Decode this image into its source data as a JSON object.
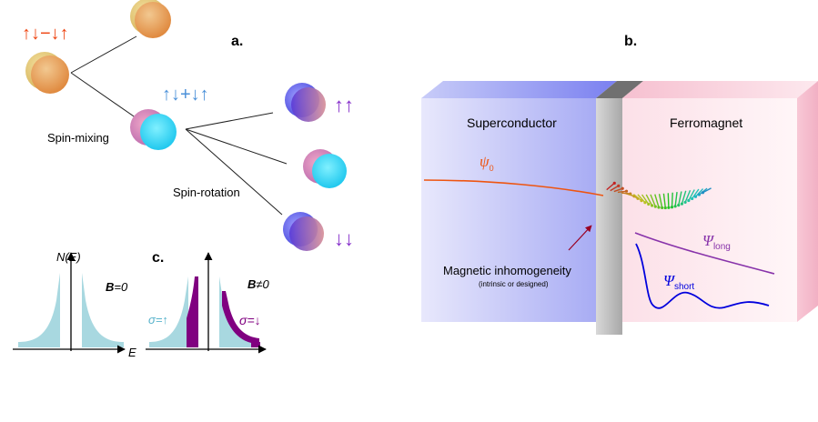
{
  "panel_a": {
    "label": "a.",
    "singlet_top": "↑↓−↓↑",
    "triplet_zero": "↑↓+↓↑",
    "triplet_up": "↑↑",
    "triplet_down": "↓↓",
    "spin_mixing": "Spin-mixing",
    "spin_rotation": "Spin-rotation"
  },
  "panel_b": {
    "label": "b.",
    "superconductor": "Superconductor",
    "ferromagnet": "Ferromagnet",
    "psi0_symbol": "ψ",
    "psi0_sub": "0",
    "psi_long_symbol": "Ψ",
    "psi_long_sub": "long",
    "psi_short_symbol": "Ψ",
    "psi_short_sub": "short",
    "inhomogeneity": "Magnetic inhomogeneity",
    "inhomogeneity_note": "(intrinsic or designed)"
  },
  "panel_c": {
    "label": "c.",
    "y_axis": "N(E)",
    "x_axis": "E",
    "b_zero_sym": "B",
    "b_zero_rel": "=0",
    "b_nonzero_sym": "B",
    "b_nonzero_rel": "≠0",
    "sigma_up": "σ=↑",
    "sigma_down": "σ=↓"
  },
  "colors": {
    "singlet_arrow": "#ee4411",
    "triplet_zero_arrow": "#4a90d9",
    "triplet_arrow": "#8833cc",
    "dos_fill": "#a8d8e0",
    "dos_spin_down": "#800080",
    "psi0": "#ee5511",
    "psi_long": "#8833aa",
    "psi_short": "#0000dd",
    "superconductor": "#a0a8f0",
    "ferromagnet": "#fbd5df"
  }
}
